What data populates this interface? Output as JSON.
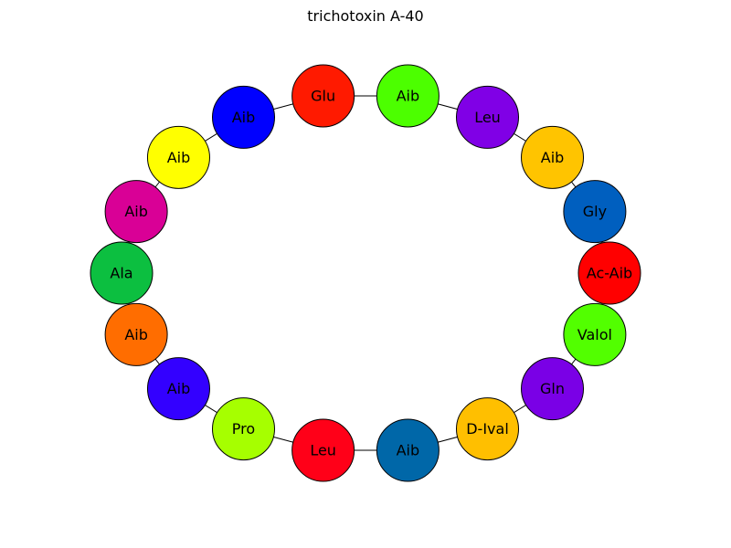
{
  "title": "trichotoxin A-40",
  "ring": {
    "residues": [
      {
        "label": "Ac-Aib",
        "color": "#ff0000"
      },
      {
        "label": "Gly",
        "color": "#005fbf"
      },
      {
        "label": "Aib",
        "color": "#ffc400"
      },
      {
        "label": "Leu",
        "color": "#8000e6"
      },
      {
        "label": "Aib",
        "color": "#4cff00"
      },
      {
        "label": "Glu",
        "color": "#ff1a00"
      },
      {
        "label": "Aib",
        "color": "#0000ff"
      },
      {
        "label": "Aib",
        "color": "#ffff00"
      },
      {
        "label": "Aib",
        "color": "#d90096"
      },
      {
        "label": "Ala",
        "color": "#0cbf40"
      },
      {
        "label": "Aib",
        "color": "#ff6d00"
      },
      {
        "label": "Aib",
        "color": "#3300ff"
      },
      {
        "label": "Pro",
        "color": "#a6ff00"
      },
      {
        "label": "Leu",
        "color": "#ff0018"
      },
      {
        "label": "Aib",
        "color": "#0067a8"
      },
      {
        "label": "D-Ival",
        "color": "#ffbf00"
      },
      {
        "label": "Gln",
        "color": "#7a00e6"
      },
      {
        "label": "Valol",
        "color": "#52ff00"
      }
    ]
  }
}
